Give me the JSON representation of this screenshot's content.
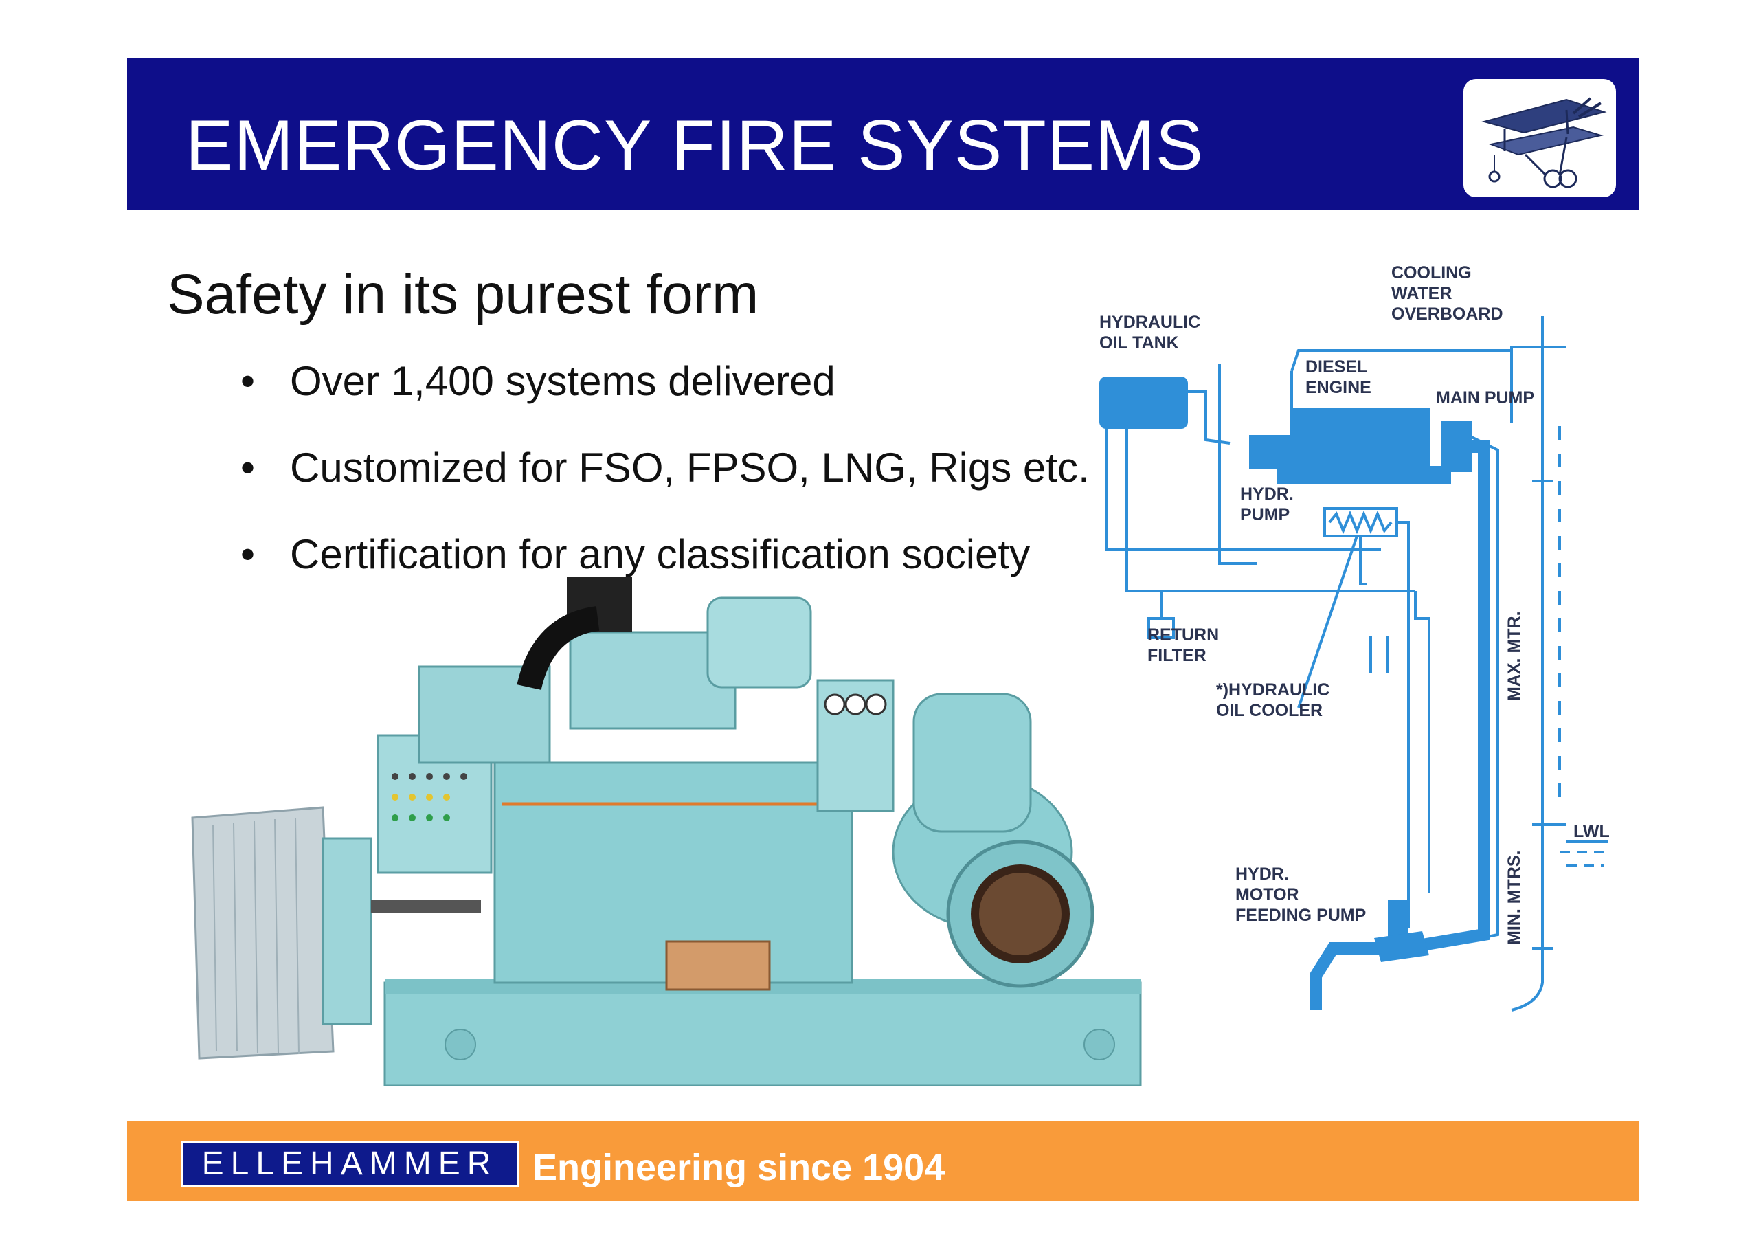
{
  "header": {
    "title": "EMERGENCY FIRE SYSTEMS"
  },
  "subtitle": "Safety in its purest form",
  "bullets": [
    "Over 1,400 systems delivered",
    "Customized for FSO, FPSO, LNG, Rigs etc.",
    "Certification for any classification society"
  ],
  "diagram": {
    "labels": {
      "hydraulic_oil_tank_1": "HYDRAULIC",
      "hydraulic_oil_tank_2": "OIL TANK",
      "cooling_1": "COOLING",
      "cooling_2": "WATER",
      "cooling_3": "OVERBOARD",
      "diesel_1": "DIESEL",
      "diesel_2": "ENGINE",
      "main_pump": "MAIN PUMP",
      "hydr_pump_1": "HYDR.",
      "hydr_pump_2": "PUMP",
      "return_filter_1": "RETURN",
      "return_filter_2": "FILTER",
      "oil_cooler_1": "*)HYDRAULIC",
      "oil_cooler_2": "OIL COOLER",
      "feeding_1": "HYDR.",
      "feeding_2": "MOTOR",
      "feeding_3": "FEEDING PUMP",
      "max_mtr": "MAX.   MTR.",
      "min_mtrs": "MIN. MTRS.",
      "lwl": "LWL"
    }
  },
  "footer": {
    "brand": "ELLEHAMMER",
    "tagline": "Engineering since 1904"
  },
  "colors": {
    "header": "#0e0e8a",
    "footer": "#f99b3a",
    "pipe": "#2f8fd8",
    "equipment": "#8ed0d6"
  }
}
